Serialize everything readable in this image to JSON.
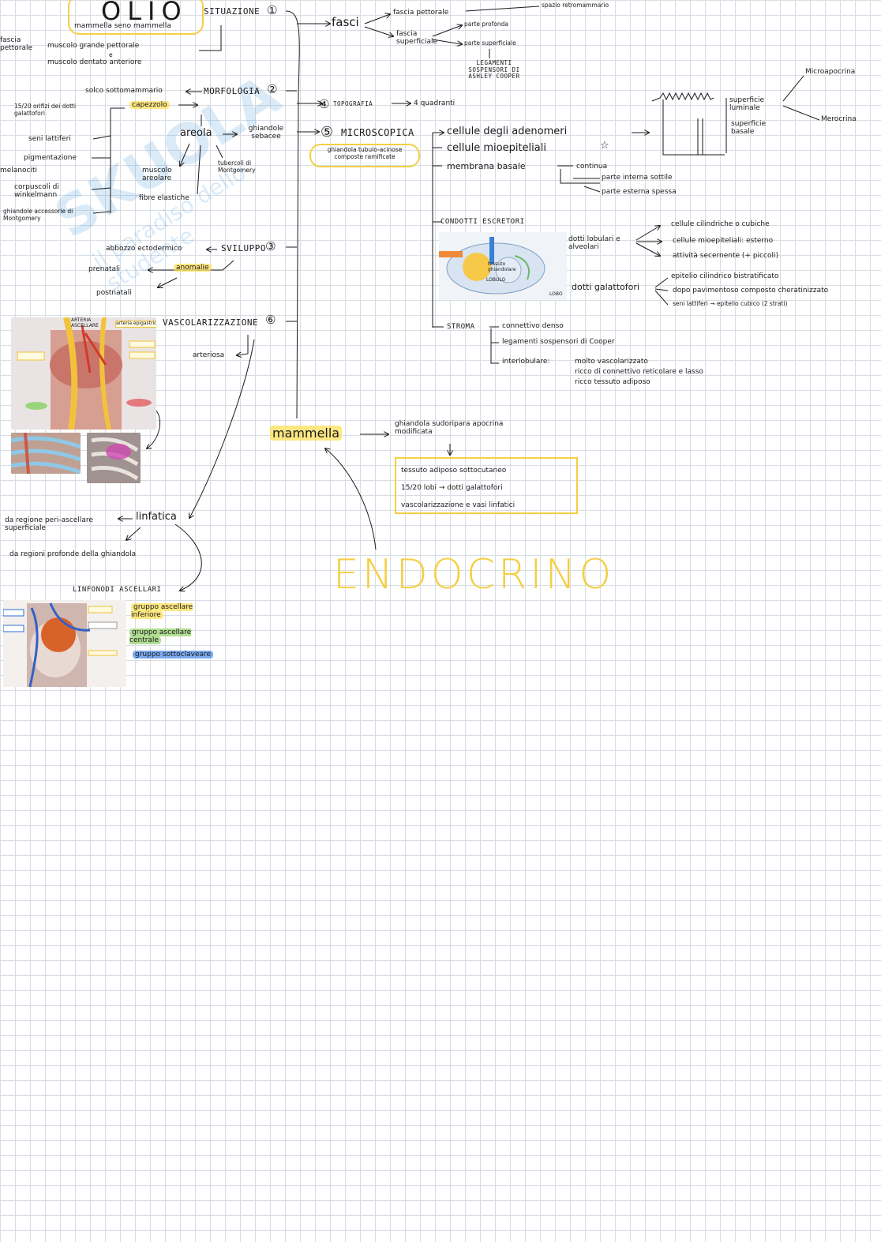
{
  "colors": {
    "accent_yellow": "#f4cf45",
    "ink": "#1a1a1a",
    "grid": "#d9dee6",
    "green": "#96d26e",
    "blue": "#508ceb"
  },
  "top": {
    "title": "OLIO",
    "subtitle": "mammella seno mammella",
    "situazione": "SITUAZIONE",
    "situazione_num": "①",
    "fasci": "fasci",
    "fascia_pettorale_r": "fascia pettorale",
    "spazio_retro": "spazio retromammario",
    "fascia_superficiale": "fascia superficiale",
    "parte_profonda": "parte profonda",
    "parte_superficiale": "parte superficiale",
    "legamenti": "LEGAMENTI SOSPENSORI DI ASHLEY COOPER",
    "fascia_pettorale_l": "fascia pettorale",
    "muscolo_grande": "muscolo grande pettorale",
    "e": "e",
    "muscolo_dentato": "muscolo dentato anteriore"
  },
  "morfologia": {
    "title": "MORFOLOGIA",
    "num": "②",
    "solco": "solco sottomammario",
    "capezzolo": "capezzolo",
    "orifizi": "15/20 orifizi dei dotti galattofori",
    "seni": "seni lattiferi",
    "pigmentazione": "pigmentazione",
    "melanociti": "melanociti",
    "corpuscoli": "corpuscoli di winkelmann",
    "ghiandole_accessorie": "ghiandole accessorie di Montgomery",
    "areola": "areola",
    "ghiandole_sebacee": "ghiandole sebacee",
    "tubercoli": "tubercoli di Montgomery",
    "muscolo_areolare": "muscolo areolare",
    "fibre": "fibre elastiche"
  },
  "topografia": {
    "label": "TOPOGRAFIA",
    "num": "④",
    "quadranti": "4 quadranti"
  },
  "microscopica": {
    "title": "MICROSCOPICA",
    "num": "⑤",
    "tubulo": "ghiandola tubulo-acinose composte ramificate",
    "cellule_adenomeri": "cellule degli adenomeri",
    "cellule_mioepiteliali": "cellule mioepiteliali",
    "membrana": "membrana basale",
    "continua": "continua",
    "parte_interna": "parte interna sottile",
    "parte_esterna": "parte esterna spessa",
    "superficie_luminale": "superficie luminale",
    "superficie_basale": "superficie basale",
    "microapocrina": "Microapocrina",
    "merocrina": "Merocrina",
    "condotti": "CONDOTTI ESCRETORI",
    "dotti_lobulari": "dotti lobulari e alveolari",
    "cellule_cilindriche": "cellule cilindriche o cubiche",
    "cellule_mio_esterno": "cellule mioepiteliali: esterno",
    "attivita": "attività secernente (+ piccoli)",
    "dotti_galattofori": "dotti galattofori",
    "epitelio_cil": "epitelio cilindrico bistratificato",
    "dopo": "dopo pavimentoso composto cheratinizzato",
    "seni_lattiferi": "seni lattiferi → epitelio cubico (2 strati)",
    "stroma": "STROMA",
    "connettivo": "connettivo denso",
    "legamenti_cooper": "legamenti sospensori di Cooper",
    "interlobulare": "interlobulare:",
    "molto": "molto vascolarizzato",
    "ricco_connettivo": "ricco di connettivo reticolare e lasso",
    "ricco_tessuto": "ricco tessuto adiposo"
  },
  "diagram_labels": {
    "lobulo": "LOBULO",
    "lobo": "LOBO",
    "tessuto": "tessuto ghiandolare"
  },
  "sviluppo": {
    "title": "SVILUPPO",
    "num": "③",
    "abbozzo": "abbozzo ectodermico",
    "anomalie": "anomalie",
    "prenatali": "prenatali",
    "postnatali": "postnatali"
  },
  "vasc": {
    "title": "VASCOLARIZZAZIONE",
    "num": "⑥",
    "arteriosa": "arteriosa",
    "photo_label_1": "ARTERIA ASCELLARE",
    "photo_label_2": "arteria epigastrica"
  },
  "linfatica": {
    "title": "linfatica",
    "peri": "da regione peri-ascellare superficiale",
    "profonde": "da regioni profonde della ghiandola",
    "linfonodi": "LINFONODI ASCELLARI",
    "gruppo_inferiore": "gruppo ascellare inferiore",
    "gruppo_centrale": "gruppo ascellare centrale",
    "gruppo_sottoclaveare": "gruppo sottoclaveare"
  },
  "center": {
    "mammella": "mammella",
    "ghiandola": "ghiandola sudoripara apocrina modificata",
    "box_items": [
      "tessuto adiposo sottocutaneo",
      "15/20 lobi → dotti galattofori",
      "vascolarizzazione e vasi linfatici"
    ]
  },
  "endocrino": "ENDOCRINO",
  "watermark": {
    "line1": "SKUOLA",
    "line2": "il paradiso dello studente"
  }
}
